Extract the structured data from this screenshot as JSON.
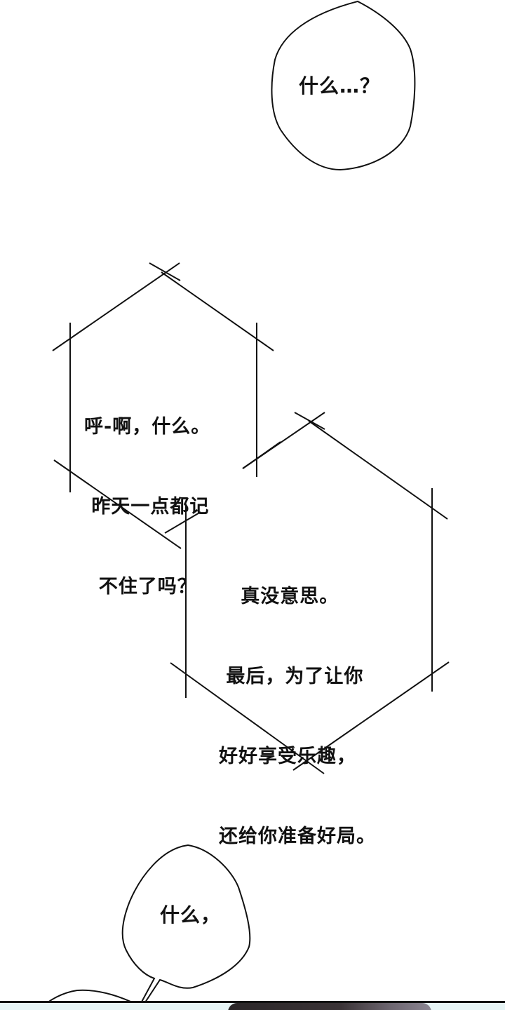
{
  "page": {
    "type": "comic-strip-page",
    "background": "#ffffff",
    "line_color": "#111111"
  },
  "bubbles": [
    {
      "id": "bubble-1",
      "shape": "rounded-blob",
      "text": "什么…？"
    },
    {
      "id": "bubble-2",
      "shape": "hexagon-lines",
      "lines": [
        "呼-啊，什么。",
        " 昨天一点都记",
        "  不住了吗？"
      ]
    },
    {
      "id": "bubble-3",
      "shape": "hexagon-lines",
      "lines": [
        "   真没意思。",
        " 最后，为了让你",
        "好好享受乐趣，",
        "还给你准备好局。"
      ]
    },
    {
      "id": "bubble-4",
      "shape": "rounded-blob-with-tail",
      "text": "什么，"
    }
  ],
  "bottom_panel": {
    "background": "#e6f4f5",
    "border_color": "#111111"
  }
}
